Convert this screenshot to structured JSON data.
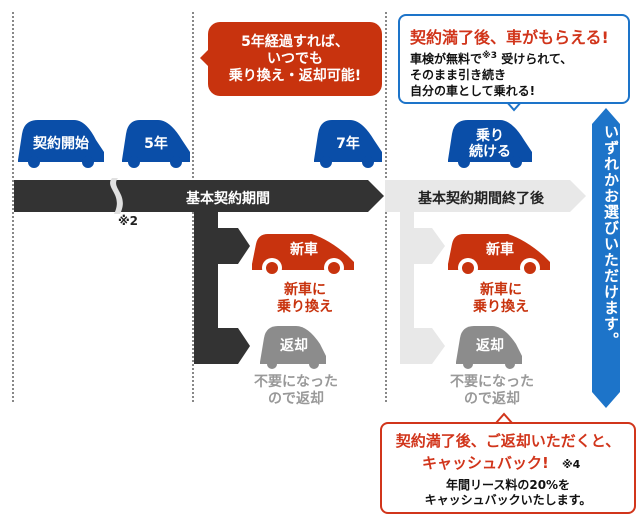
{
  "colors": {
    "blue_car": "#0a4ea8",
    "red_car": "#c8330e",
    "gray_car": "#8c8c8c",
    "dark_bar": "#333333",
    "light_bar": "#e8e8e8",
    "accent_blue": "#1d74c9",
    "accent_red": "#d1351b"
  },
  "timeline": {
    "cars": [
      {
        "label": "契約開始"
      },
      {
        "label": "5年"
      },
      {
        "label": "7年"
      },
      {
        "label": "乗り続ける"
      }
    ],
    "main_bar_label": "基本契約期間",
    "after_bar_label": "基本契約期間終了後",
    "footnote_2": "※2"
  },
  "callout_5year": {
    "line1": "5年経過すれば、",
    "line2": "いつでも",
    "line3": "乗り換え・返却可能!"
  },
  "callout_end": {
    "title": "契約満了後、車がもらえる!",
    "line1_a": "車検が無料で",
    "line1_note": "※3",
    "line1_b": " 受けられて、",
    "line2": "そのまま引き続き",
    "line3": "自分の車として乗れる!"
  },
  "branches": {
    "left": {
      "new_car_icon_label": "新車",
      "new_car_text_1": "新車に",
      "new_car_text_2": "乗り換え",
      "return_icon_label": "返却",
      "return_text_1": "不要になった",
      "return_text_2": "ので返却"
    },
    "right": {
      "new_car_icon_label": "新車",
      "new_car_text_1": "新車に",
      "new_car_text_2": "乗り換え",
      "return_icon_label": "返却",
      "return_text_1": "不要になった",
      "return_text_2": "ので返却"
    }
  },
  "vertical_banner": "いずれかお選びいただけます。",
  "callout_cashback": {
    "title_1": "契約満了後、ご返却いただくと、",
    "title_2": "キャッシュバック!",
    "note": "※4",
    "line1": "年間リース料の20%を",
    "line2": "キャッシュバックいたします。"
  }
}
